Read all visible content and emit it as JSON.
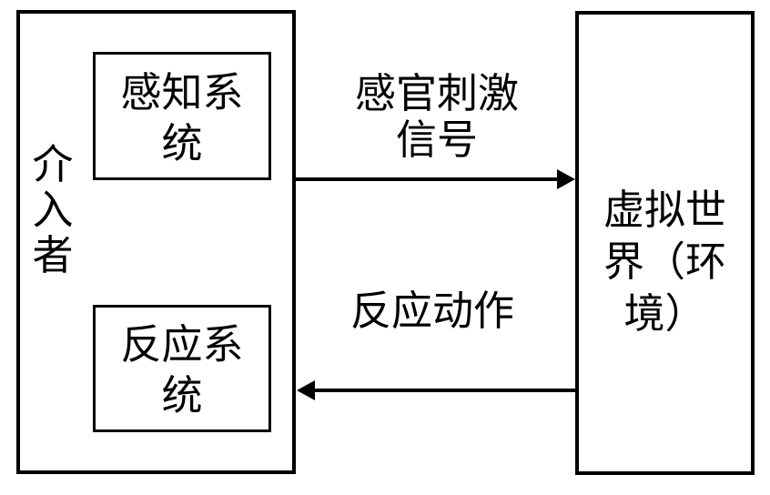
{
  "colors": {
    "background": "#ffffff",
    "line": "#000000",
    "text": "#000000"
  },
  "diagram": {
    "intervener_box": {
      "label": "介入者",
      "label_lines": [
        "介",
        "入",
        "者"
      ],
      "subsystems": [
        {
          "name": "感知系统",
          "lines": [
            "感知系",
            "统"
          ]
        },
        {
          "name": "反应系统",
          "lines": [
            "反应系",
            "统"
          ]
        }
      ]
    },
    "environment_box": {
      "label": "虚拟世界（环境）",
      "lines": [
        "虚拟世",
        "界（环",
        "境）"
      ]
    },
    "arrows": [
      {
        "label": "感官刺激信号",
        "label_lines": [
          "感官刺激",
          "信号"
        ],
        "direction": "left-to-right",
        "from": "介入者",
        "to": "虚拟世界（环境）"
      },
      {
        "label": "反应动作",
        "label_lines": [
          "反应动作"
        ],
        "direction": "right-to-left",
        "from": "虚拟世界（环境）",
        "to": "介入者"
      }
    ]
  }
}
